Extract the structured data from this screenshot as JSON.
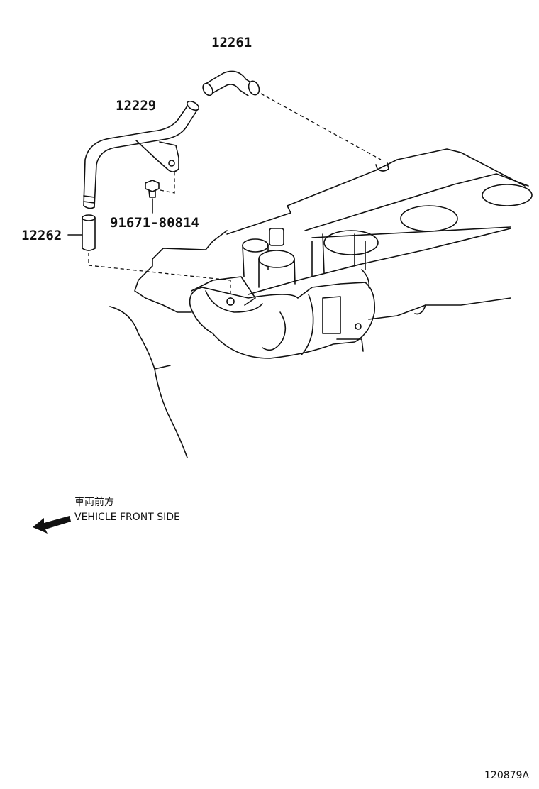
{
  "parts": [
    {
      "id": "p1",
      "number": "12261"
    },
    {
      "id": "p2",
      "number": "12229"
    },
    {
      "id": "p3",
      "number": "91671-80814"
    },
    {
      "id": "p4",
      "number": "12262"
    }
  ],
  "direction_note": {
    "japanese": "車両前方",
    "english": "VEHICLE FRONT SIDE"
  },
  "figure_id": "120879A"
}
